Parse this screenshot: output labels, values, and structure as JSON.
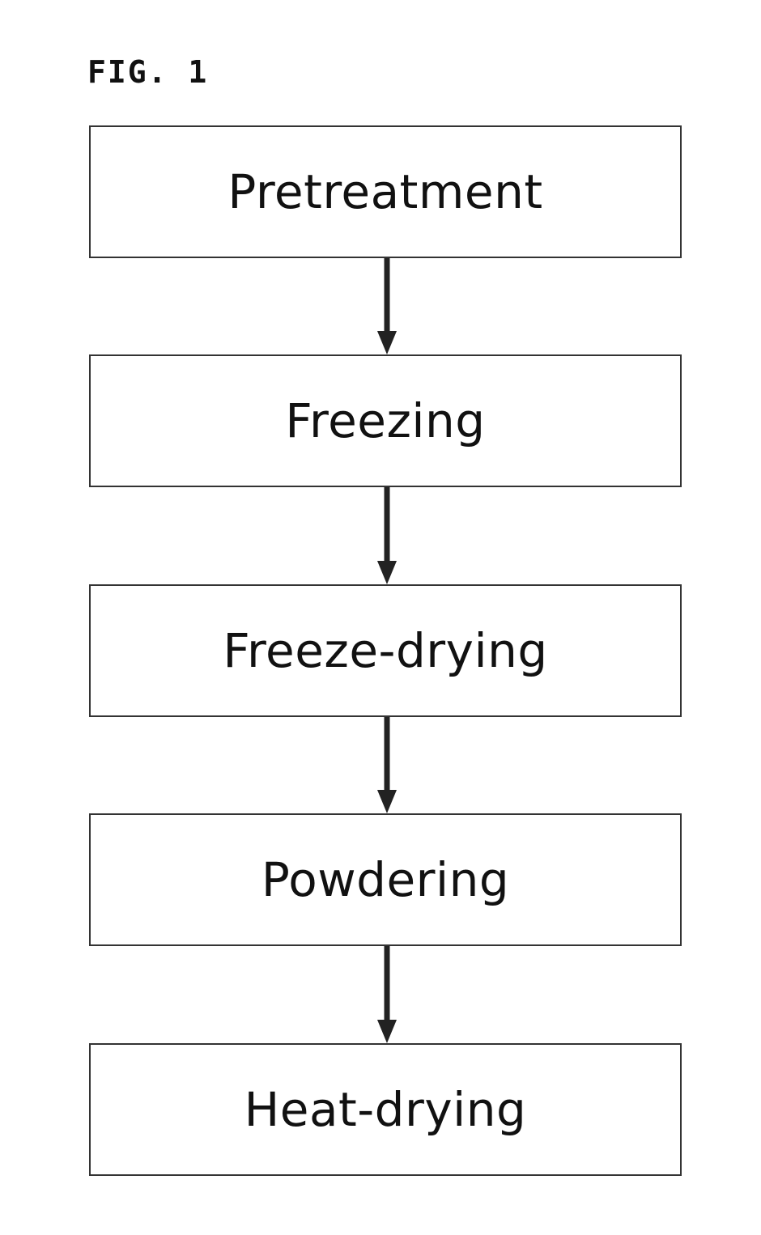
{
  "figure": {
    "label": "FIG. 1"
  },
  "steps": [
    {
      "label": "Pretreatment"
    },
    {
      "label": "Freezing"
    },
    {
      "label": "Freeze-drying"
    },
    {
      "label": "Powdering"
    },
    {
      "label": "Heat-drying"
    }
  ],
  "colors": {
    "line": "#333333",
    "text": "#111111",
    "background": "#ffffff"
  }
}
